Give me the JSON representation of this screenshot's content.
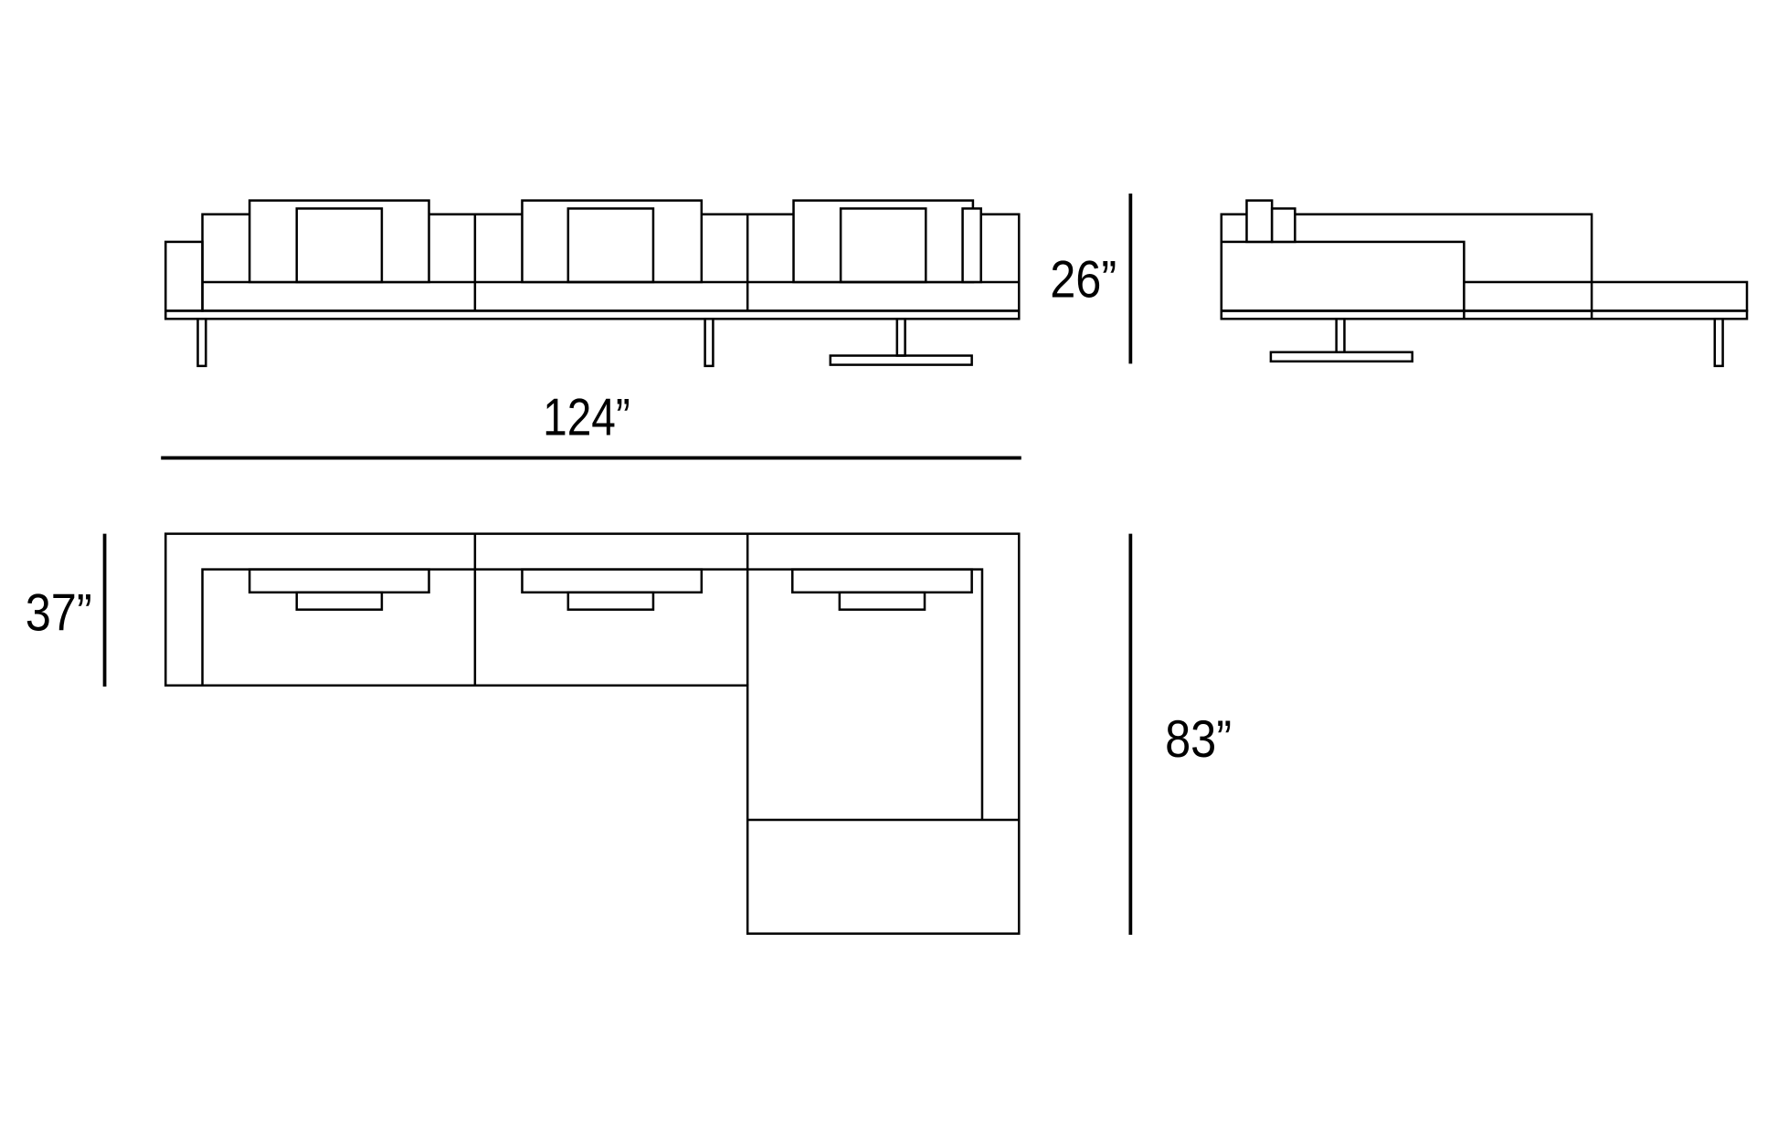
{
  "dimensions": {
    "width": "124”",
    "height": "26”",
    "depth": "37”",
    "chaise_length": "83”"
  },
  "colors": {
    "line": "#000000",
    "background": "#ffffff"
  }
}
